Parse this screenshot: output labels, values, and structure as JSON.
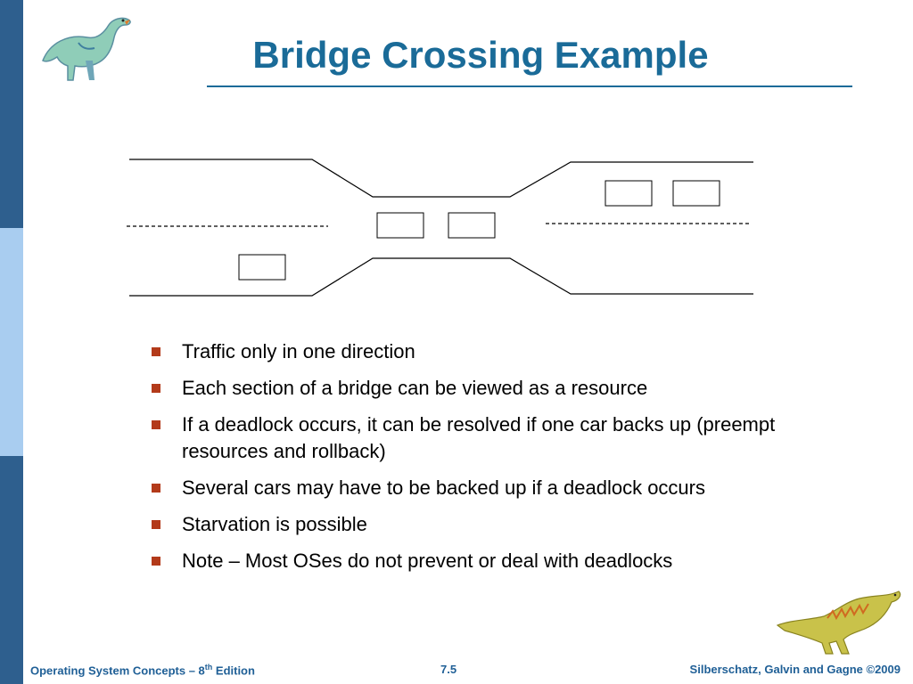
{
  "slide": {
    "title": "Bridge Crossing Example",
    "bullets": [
      "Traffic only in one direction",
      "Each section of a bridge can be viewed as a resource",
      "If a deadlock occurs, it can be resolved if one car backs up (preempt resources and rollback)",
      "Several cars may have to be backed up if a deadlock occurs",
      "Starvation is possible",
      "Note – Most OSes do not prevent or deal with deadlocks"
    ]
  },
  "diagram": {
    "cars": [
      "",
      "",
      "",
      "",
      ""
    ]
  },
  "footer": {
    "left_prefix": "Operating System Concepts – 8",
    "left_sup": "th",
    "left_suffix": " Edition",
    "page": "7.5",
    "copyright": "Silberschatz, Galvin and Gagne ©2009"
  },
  "colors": {
    "title": "#1a6b98",
    "sidebar_dark": "#2e5f8e",
    "sidebar_light": "#a9cdf0",
    "bullet": "#b33a1a",
    "footer": "#1f5f96"
  }
}
